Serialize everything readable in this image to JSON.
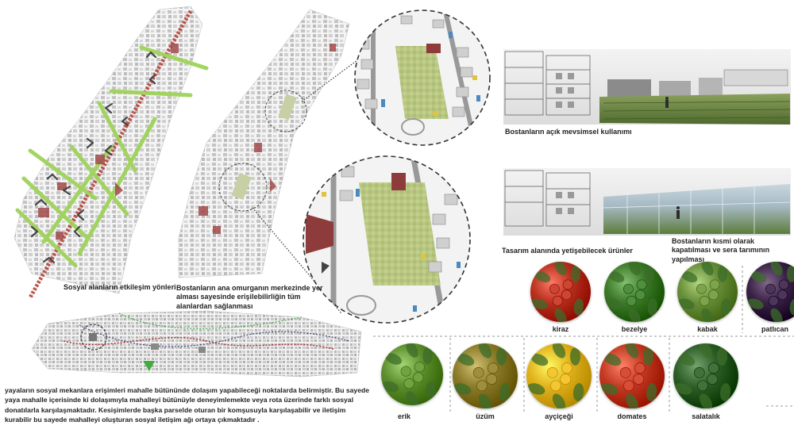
{
  "labels": {
    "social_directions": "Sosyal alanların etkileşim yönleri",
    "accessibility": "Bostanların ana omurganın merkezinde yer alması sayesinde  erişilebilirliğin tüm alanlardan sağlanması",
    "open_season": "Bostanların açık mevsimsel kullanımı",
    "partial_cover": "Bostanların kısmi olarak kapatılması ve sera tarımının yapılması",
    "products_title": "Tasarım alanında yetişebilecek ürünler"
  },
  "description": "yayaların sosyal mekanlara erişimleri mahalle bütününde dolaşım yapabileceği noktalarda belirmiştir. Bu sayede yaya mahalle içerisinde ki dolaşımıyla mahalleyi bütünüyle deneyimlemekte veya rota üzerinde farklı sosyal donatılarla karşılaşmaktadır. Kesişimlerde başka parselde oturan bir komşusuyla karşılaşabilir ve iletişim kurabilir bu sayede mahalleyi oluşturan sosyal iletişim ağı ortaya çıkmaktadır .",
  "products_row1": [
    {
      "name": "kiraz",
      "icon": "cherry-icon",
      "color": "#b8321f"
    },
    {
      "name": "bezelye",
      "icon": "pea-icon",
      "color": "#3d7a2a"
    },
    {
      "name": "kabak",
      "icon": "zucchini-icon",
      "color": "#6a8f3a"
    },
    {
      "name": "patlıcan",
      "icon": "eggplant-icon",
      "color": "#3a2246"
    }
  ],
  "products_row2": [
    {
      "name": "erik",
      "icon": "plum-icon",
      "color": "#5e8f2f"
    },
    {
      "name": "üzüm",
      "icon": "grape-icon",
      "color": "#8a7a2a"
    },
    {
      "name": "ayçiçeği",
      "icon": "sunflower-icon",
      "color": "#e0b21c"
    },
    {
      "name": "domates",
      "icon": "tomato-icon",
      "color": "#c23a22"
    },
    {
      "name": "salatalık",
      "icon": "cucumber-icon",
      "color": "#2e5e28"
    }
  ],
  "colors": {
    "green_axis": "#9fd35a",
    "red_axis": "#b5453b",
    "garden": "#b9c97e",
    "building_red": "#8e3b3b",
    "building_grey": "#c9c9c9"
  }
}
